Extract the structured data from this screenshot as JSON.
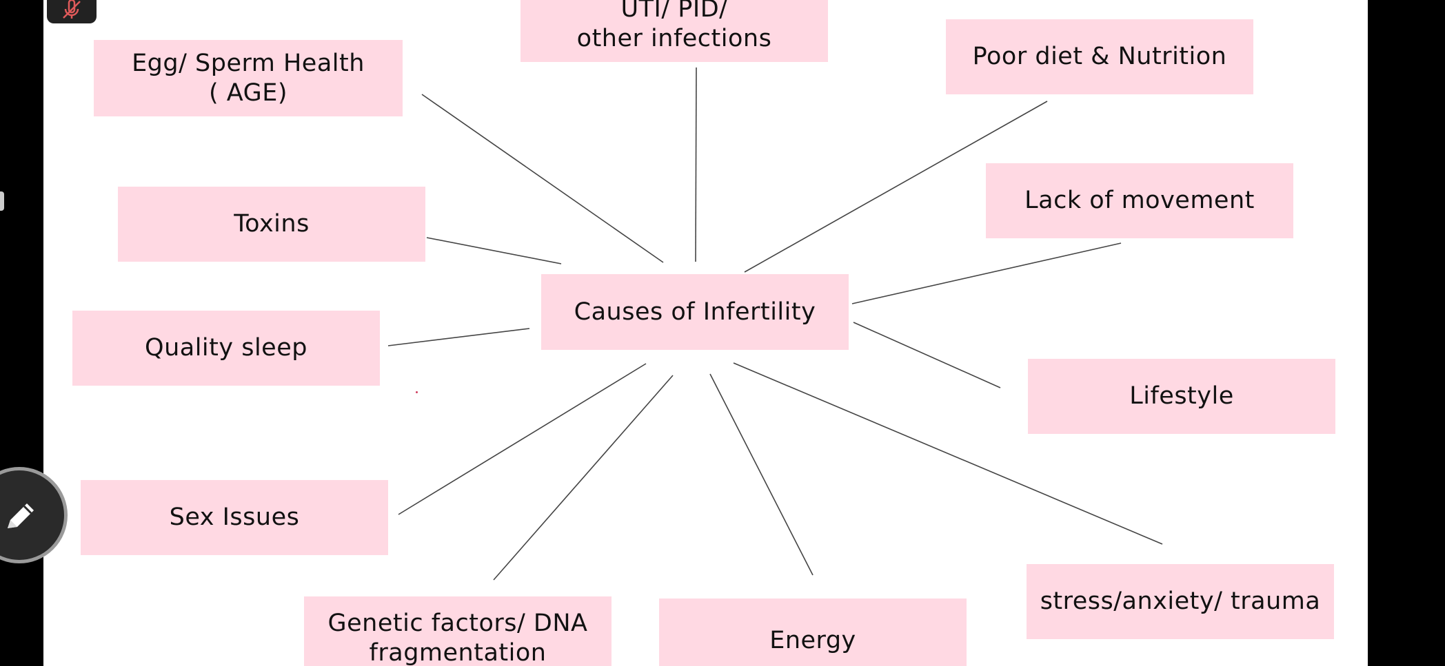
{
  "diagram": {
    "center": {
      "id": "center",
      "lines": [
        "Causes of Infertility"
      ]
    },
    "nodes": [
      {
        "id": "egg-sperm",
        "lines": [
          "Egg/ Sperm Health",
          "( AGE)"
        ]
      },
      {
        "id": "uti",
        "lines": [
          "UTI/ PID/",
          "other infections"
        ]
      },
      {
        "id": "diet",
        "lines": [
          "Poor diet & Nutrition"
        ]
      },
      {
        "id": "movement",
        "lines": [
          "Lack of movement"
        ]
      },
      {
        "id": "toxins",
        "lines": [
          "Toxins"
        ]
      },
      {
        "id": "sleep",
        "lines": [
          "Quality sleep"
        ]
      },
      {
        "id": "lifestyle",
        "lines": [
          "Lifestyle"
        ]
      },
      {
        "id": "sex",
        "lines": [
          "Sex Issues"
        ]
      },
      {
        "id": "genetic",
        "lines": [
          "Genetic factors/ DNA",
          "fragmentation"
        ]
      },
      {
        "id": "energy",
        "lines": [
          "Energy"
        ]
      },
      {
        "id": "stress",
        "lines": [
          "stress/anxiety/ trauma"
        ]
      }
    ],
    "colors": {
      "node_fill": "#ffd9e3",
      "connector": "#444444",
      "canvas": "#ffffff",
      "frame": "#000000"
    }
  },
  "toolbar": {
    "mic_icon": "mic-muted-icon",
    "pen_icon": "pen-icon"
  }
}
